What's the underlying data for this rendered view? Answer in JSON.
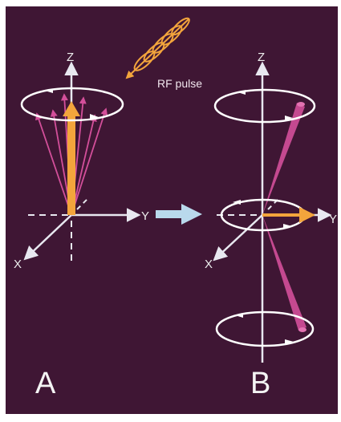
{
  "panel_a": {
    "label": "A",
    "axes": {
      "z": "Z",
      "y": "Y",
      "x": "X"
    },
    "rf_label": "RF pulse"
  },
  "panel_b": {
    "label": "B",
    "axes": {
      "z": "Z",
      "y": "Y",
      "x": "X"
    }
  },
  "colors": {
    "background": "#3f1634",
    "frame": "#ffffff",
    "axis": "#e8e8f0",
    "net_magnetization": "#f3a53c",
    "spin_vectors": "#d34f9a",
    "precession_ring": "#ffffff",
    "transition_arrow": "#b9d9ec"
  },
  "icons": [
    "rf-pulse-wave-icon",
    "transition-arrow-icon"
  ]
}
